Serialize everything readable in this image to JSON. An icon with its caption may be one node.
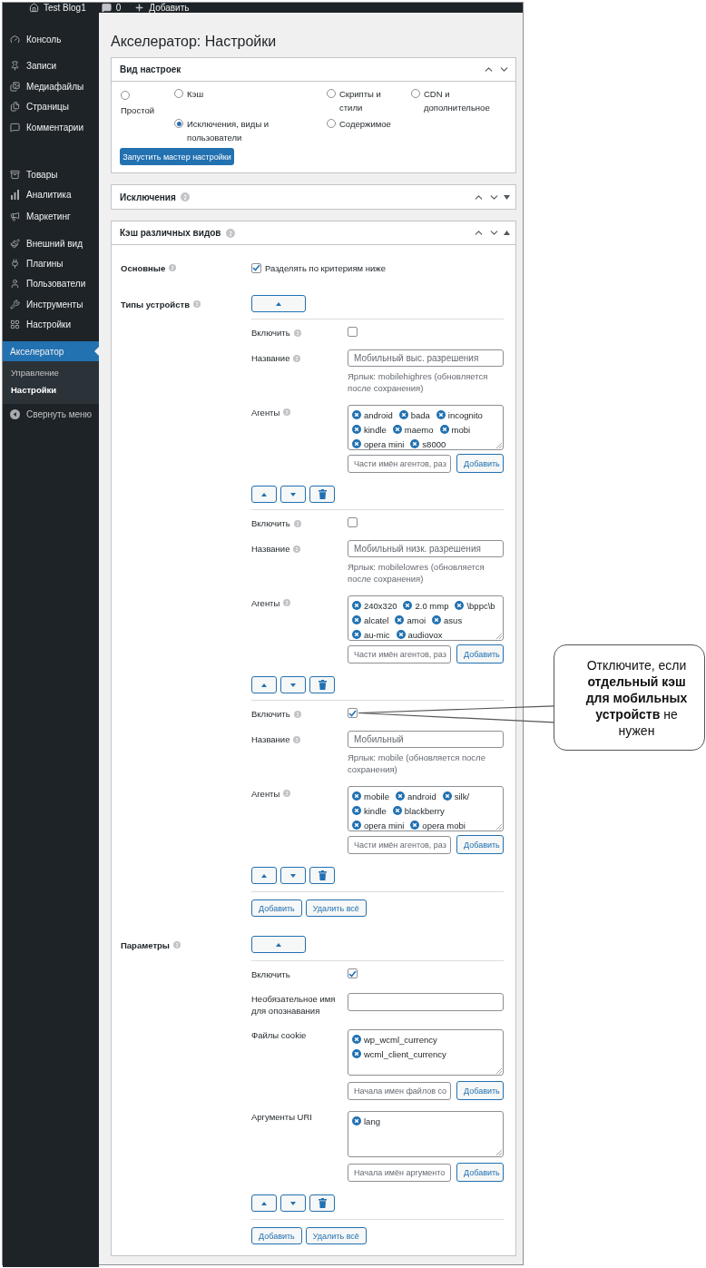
{
  "diagram": {
    "title": "Акселератор: Настройки",
    "nodes": [
      {
        "text": [
          "Отключите, если **отдельный кэш для мобильных устройств** не нужен"
        ]
      },
      {
        "text": [],
        "shape": "box"
      }
    ],
    "edges": [
      {
        "from": 0,
        "to": 1,
        "arrow": "none"
      }
    ],
    "labels": [
      "Test Blog1",
      "0",
      "Добавить",
      "Консоль",
      "Записи",
      "Медиафайлы",
      "Страницы",
      "Комментарии",
      "Товары",
      "Аналитика",
      "Маркетинг",
      "Внешний вид",
      "Плагины",
      "Пользователи",
      "Инструменты",
      "Настройки",
      "Акселератор",
      "Управление",
      "Настройки",
      "Свернуть меню",
      "Вид настроек",
      "Простой",
      "Кэш",
      "Скрипты и стили",
      "CDN и дополнительное",
      "Исключения, виды и пользователи",
      "Содержимое",
      "Запустить мастер настройки",
      "Исключения",
      "Кэш различных видов",
      "Основные",
      "Разделять по критериям ниже",
      "Типы устройств",
      "Включить",
      "Название",
      "Мобильный выс. разрешения",
      "Ярлык: mobilehighres (обновляется после сохранения)",
      "Агенты",
      "android",
      "bada",
      "incognito",
      "kindle",
      "maemo",
      "mobi",
      "opera mini",
      "s8000",
      "Части имён агентов, раз",
      "Добавить",
      "Включить",
      "Название",
      "Мобильный низк. разрешения",
      "Ярлык: mobilelowres (обновляется после сохранения)",
      "Агенты",
      "240x320",
      "2.0 mmp",
      "\\bppc\\b",
      "alcatel",
      "amoi",
      "asus",
      "au-mic",
      "audiovox",
      "Части имён агентов, раз",
      "Добавить",
      "Включить",
      "Название",
      "Мобильный",
      "Ярлык: mobile (обновляется после сохранения)",
      "Агенты",
      "mobile",
      "android",
      "silk/",
      "kindle",
      "blackberry",
      "opera mini",
      "opera mobi",
      "Части имён агентов, раз",
      "Добавить",
      "Добавить",
      "Удалить всё",
      "Параметры",
      "Включить",
      "Необязательное имя для опознавания",
      "Файлы cookie",
      "wp_wcml_currency",
      "wcml_client_currency",
      "Начала имен файлов co",
      "Добавить",
      "Аргументы URI",
      "lang",
      "Начала имён аргументо",
      "Добавить",
      "Добавить",
      "Удалить всё"
    ]
  }
}
